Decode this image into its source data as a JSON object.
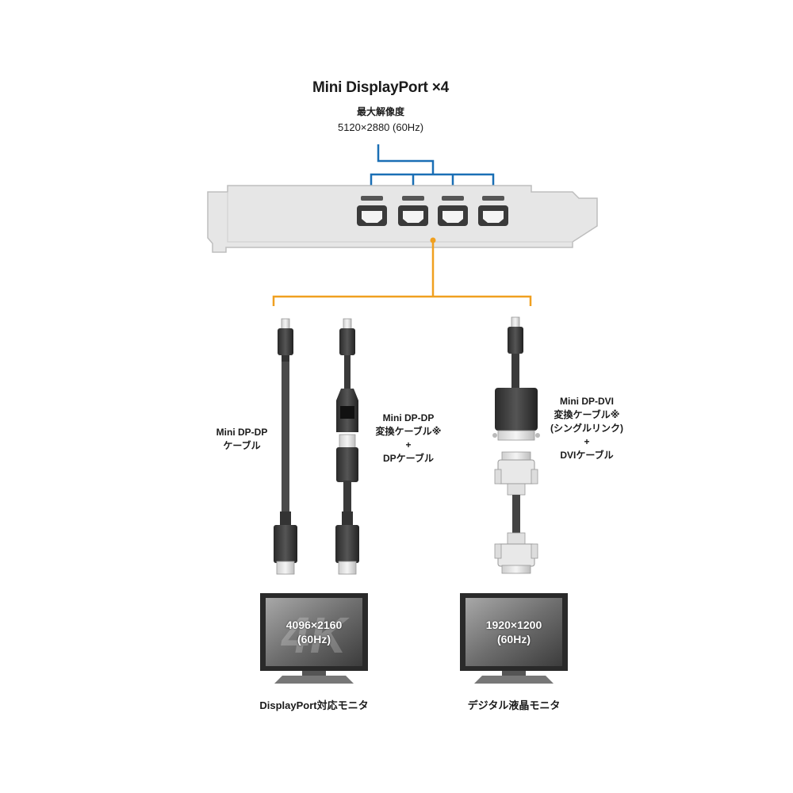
{
  "header": {
    "title": "Mini DisplayPort ×4",
    "resolution_label": "最大解像度",
    "resolution_value": "5120×2880 (60Hz)"
  },
  "cables": {
    "minidp_dp": {
      "line1": "Mini DP-DP",
      "line2": "ケーブル"
    },
    "adapter_dp": {
      "line1": "Mini DP-DP",
      "line2": "変換ケーブル※",
      "plus": "+",
      "line3": "DPケーブル"
    },
    "adapter_dvi": {
      "line1": "Mini DP-DVI",
      "line2": "変換ケーブル※",
      "line3": "(シングルリンク)",
      "plus": "+",
      "line4": "DVIケーブル"
    }
  },
  "monitors": {
    "dp_monitor": {
      "screen_line1": "4096×2160",
      "screen_line2": "(60Hz)",
      "watermark": "4K",
      "caption": "DisplayPort対応モニタ"
    },
    "dvi_monitor": {
      "screen_line1": "1920×1200",
      "screen_line2": "(60Hz)",
      "caption": "デジタル液晶モニタ"
    }
  },
  "colors": {
    "blue_connector": "#1a6fb5",
    "orange_connector": "#f0a020",
    "bracket": "#e4e4e4"
  }
}
